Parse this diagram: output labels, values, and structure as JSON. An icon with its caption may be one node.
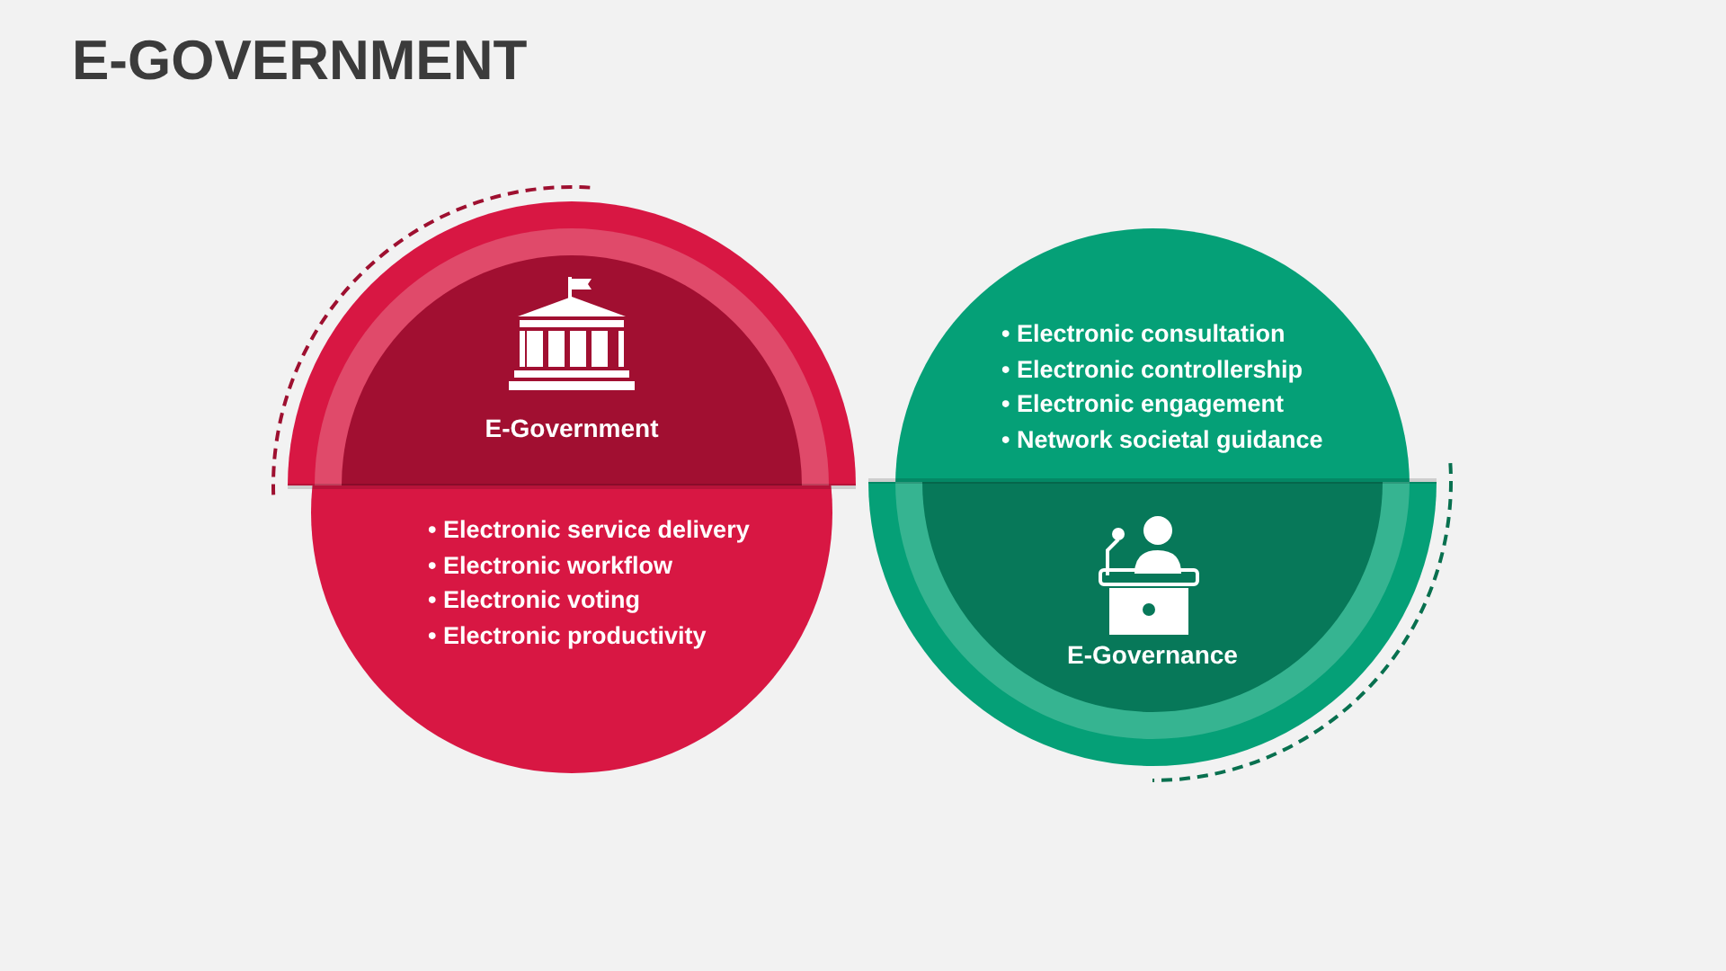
{
  "diagram": {
    "title": "E-GOVERNMENT",
    "nodes": [
      {
        "text": [
          "E-Government"
        ]
      },
      {
        "text": [
          "• Electronic service delivery",
          "• Electronic workflow",
          "• Electronic voting",
          "• Electronic productivity"
        ]
      },
      {
        "text": [
          "• Electronic consultation",
          "• Electronic controllership",
          "• Electronic engagement",
          "• Network societal guidance"
        ]
      },
      {
        "text": [
          "E-Governance"
        ]
      }
    ]
  }
}
